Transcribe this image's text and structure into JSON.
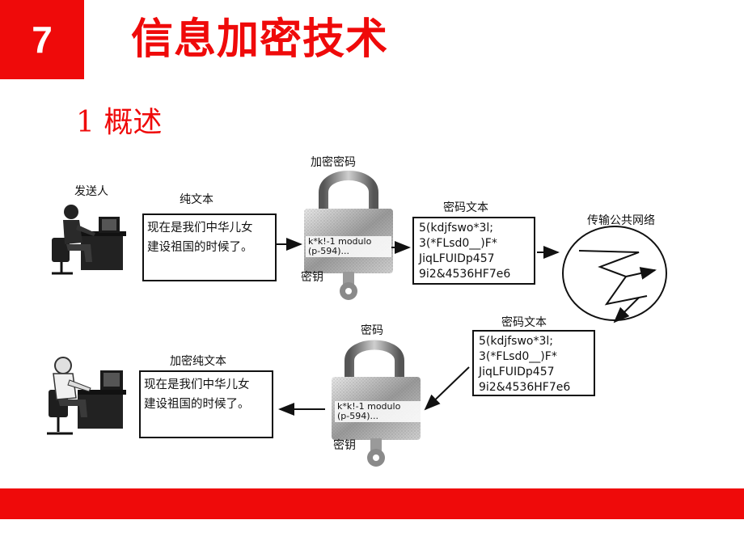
{
  "header": {
    "chapter_number": "7",
    "title": "信息加密技术",
    "section": "1 概述"
  },
  "diagram": {
    "top_flow": {
      "sender_label": "发送人",
      "plaintext_label": "纯文本",
      "plaintext_lines": [
        "现在是我们中华儿女",
        "建设祖国的时候了。"
      ],
      "lock_title": "加密密码",
      "lock_text_lines": [
        "k*k!-1 modulo",
        "(p-594)..."
      ],
      "key_label": "密钥",
      "ciphertext_label": "密码文本",
      "ciphertext_lines": [
        "5(kdjfswo*3l;",
        "3(*FLsd0__)F*",
        "JiqLFUIDp457",
        "9i2&4536HF7e6"
      ],
      "network_label": "传输公共网络"
    },
    "bottom_flow": {
      "ciphertext_label": "密码文本",
      "ciphertext_lines": [
        "5(kdjfswo*3l;",
        "3(*FLsd0__)F*",
        "JiqLFUIDp457",
        "9i2&4536HF7e6"
      ],
      "lock_title": "密码",
      "lock_text_lines": [
        "k*k!-1 modulo",
        "(p-594)..."
      ],
      "key_label": "密钥",
      "plaintext_label": "加密纯文本",
      "plaintext_lines": [
        "现在是我们中华儿女",
        "建设祖国的时候了。"
      ]
    }
  },
  "colors": {
    "accent_red": "#ef0a0a",
    "ink": "#111111"
  },
  "icons": [
    "person-at-computer-icon",
    "padlock-icon",
    "key-icon",
    "network-cloud-icon"
  ]
}
